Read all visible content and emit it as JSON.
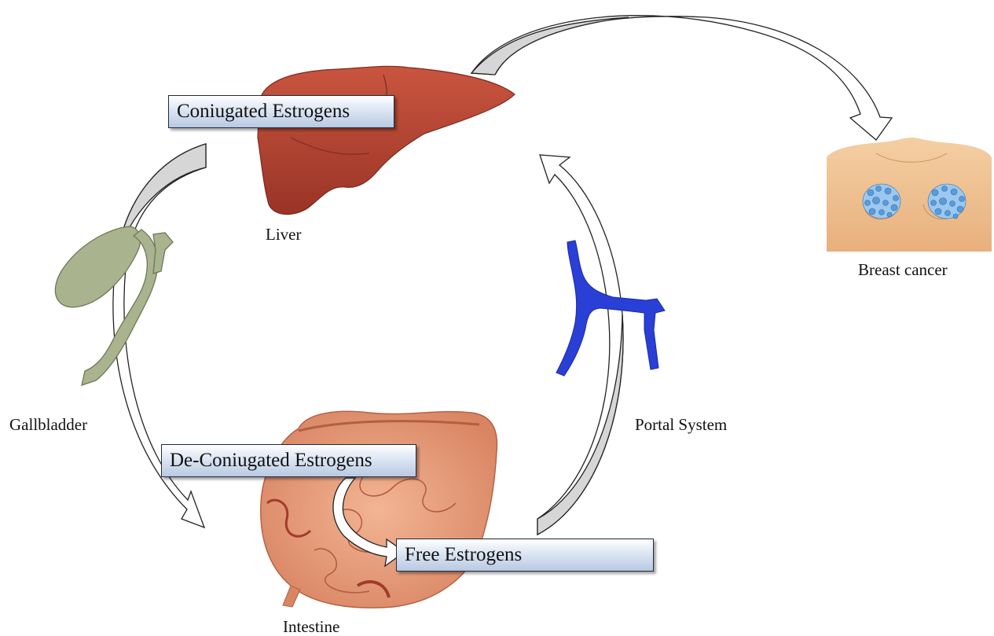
{
  "labels": {
    "liver": "Liver",
    "breast": "Breast cancer",
    "gallbladder": "Gallbladder",
    "portal": "Portal System",
    "intestine": "Intestine"
  },
  "boxes": {
    "conjugated": "Coniugated Estrogens",
    "deconjugated": "De-Coniugated Estrogens",
    "free": "Free Estrogens"
  },
  "colors": {
    "liver": "#b5412f",
    "gallbladder": "#a9b48e",
    "portal_vein": "#2a3fd6",
    "intestine": "#e6a07f",
    "skin": "#f0c295",
    "tumor_dots": "#5b9bd8",
    "arrow_fill": "#d6d6d6"
  }
}
